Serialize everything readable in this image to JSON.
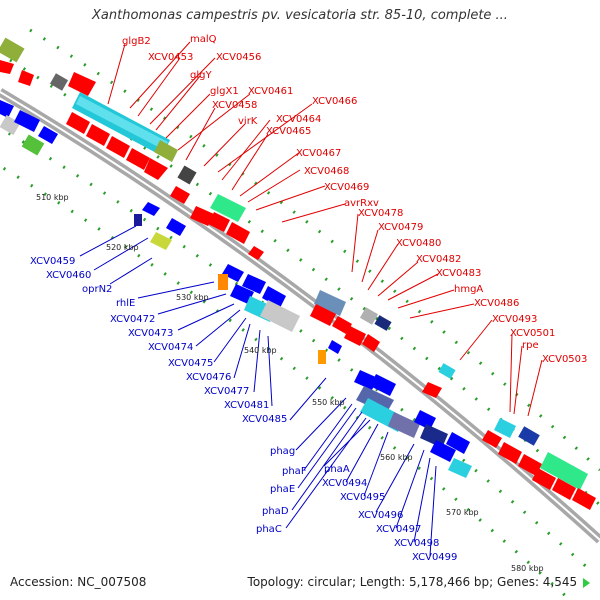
{
  "title": "Xanthomonas campestris pv. vesicatoria str. 85-10, complete ...",
  "footer": {
    "accession": "Accession: NC_007508",
    "summary": "Topology: circular; Length: 5,178,466 bp; Genes: 4,545"
  },
  "colors": {
    "leader_red": "#e00000",
    "leader_blue": "#0000c8",
    "backbone": "#a8a8a8",
    "tick": "#2a9d2a"
  },
  "kbp_labels": [
    "510 kbp",
    "520 kbp",
    "530 kbp",
    "540 kbp",
    "550 kbp",
    "560 kbp",
    "570 kbp",
    "580 kbp"
  ],
  "red_labels": [
    "glgB2",
    "malQ",
    "XCV0453",
    "XCV0456",
    "glgY",
    "glgX1",
    "XCV0461",
    "XCV0458",
    "XCV0466",
    "XCV0464",
    "virK",
    "XCV0465",
    "XCV0467",
    "XCV0468",
    "XCV0469",
    "avrRxv",
    "XCV0478",
    "XCV0479",
    "XCV0480",
    "XCV0482",
    "XCV0483",
    "hmgA",
    "XCV0486",
    "XCV0493",
    "XCV0501",
    "rpe",
    "XCV0503"
  ],
  "blue_labels": [
    "XCV0459",
    "XCV0460",
    "oprN2",
    "rhlE",
    "XCV0472",
    "XCV0473",
    "XCV0474",
    "XCV0475",
    "XCV0476",
    "XCV0477",
    "XCV0481",
    "XCV0485",
    "phag",
    "phaF",
    "phaE",
    "phaD",
    "phaC",
    "phaA",
    "XCV0494",
    "XCV0495",
    "XCV0496",
    "XCV0497",
    "XCV0498",
    "XCV0499"
  ]
}
